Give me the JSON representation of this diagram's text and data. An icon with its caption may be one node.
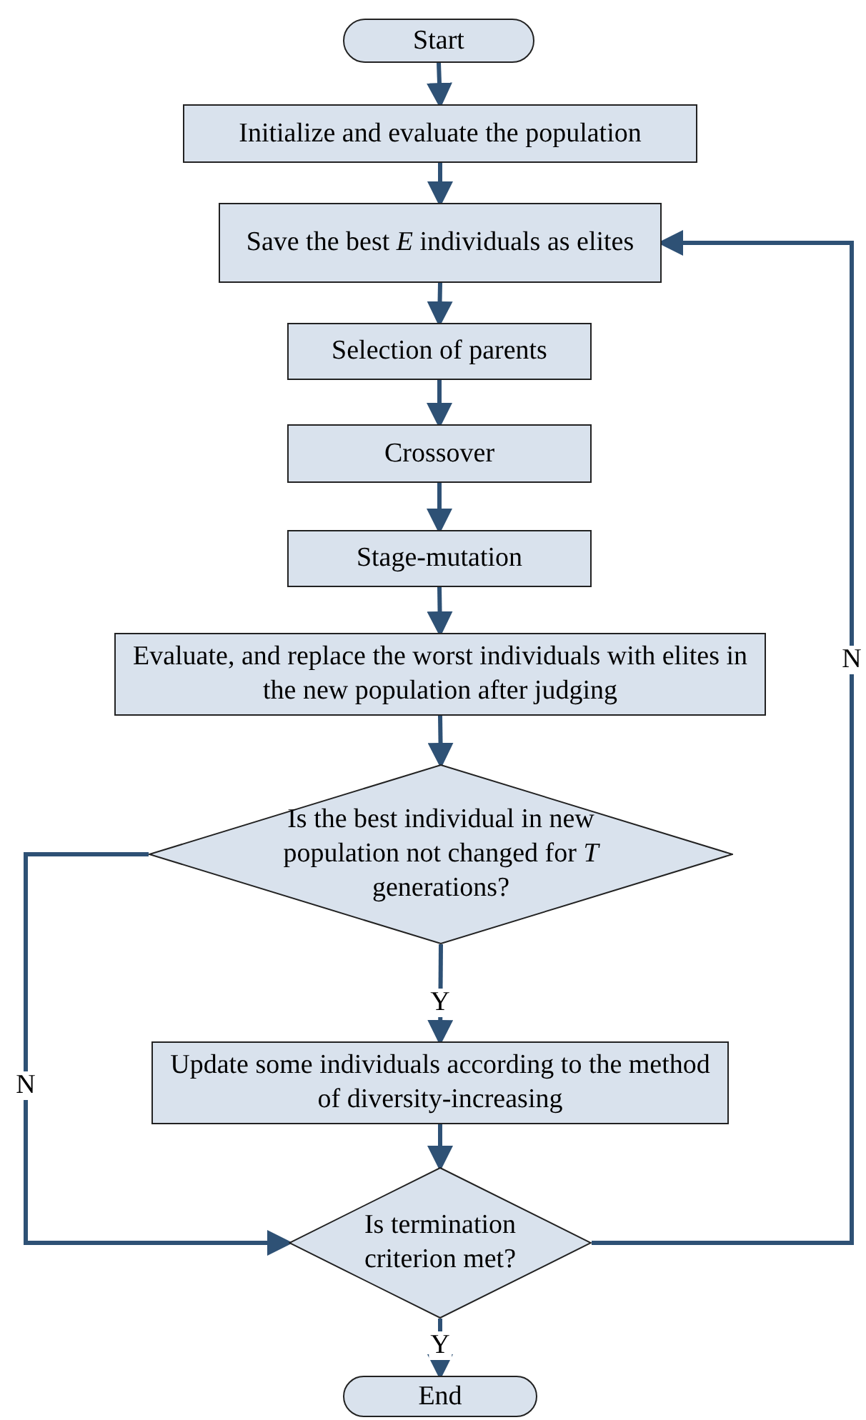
{
  "diagram": {
    "nodes": [
      {
        "text": [
          "Start"
        ]
      },
      {
        "text": [
          "Initialize and evaluate the population"
        ]
      },
      {
        "text": [
          "Save the best *E* individuals as elites"
        ]
      },
      {
        "text": [
          "Selection of parents"
        ]
      },
      {
        "text": [
          "Crossover"
        ]
      },
      {
        "text": [
          "Stage-mutation"
        ]
      },
      {
        "text": [
          "Evaluate, and replace the worst individuals with elites in the new population after judging"
        ]
      },
      {
        "text": [
          "Is the best individual in new population not changed for *T* generations?"
        ]
      },
      {
        "text": [
          "Update some individuals according to the method of diversity-increasing"
        ]
      },
      {
        "text": [
          "Is termination criterion met?"
        ]
      },
      {
        "text": [
          "End"
        ]
      }
    ],
    "edges": [
      {
        "from": 0,
        "to": 1,
        "arrow": "to"
      },
      {
        "from": 1,
        "to": 2,
        "arrow": "to"
      },
      {
        "from": 2,
        "to": 3,
        "arrow": "to"
      },
      {
        "from": 3,
        "to": 4,
        "arrow": "to"
      },
      {
        "from": 4,
        "to": 5,
        "arrow": "to"
      },
      {
        "from": 5,
        "to": 6,
        "arrow": "to"
      },
      {
        "from": 6,
        "to": 7,
        "arrow": "to"
      },
      {
        "from": 7,
        "to": 8,
        "label": "Y",
        "arrow": "to"
      },
      {
        "from": 8,
        "to": 9,
        "arrow": "to"
      },
      {
        "from": 9,
        "to": 10,
        "label": "Y",
        "arrow": "to"
      },
      {
        "from": 7,
        "to": 9,
        "label": "N",
        "arrow": "to"
      },
      {
        "from": 9,
        "to": 2,
        "label": "N",
        "arrow": "to"
      }
    ]
  }
}
